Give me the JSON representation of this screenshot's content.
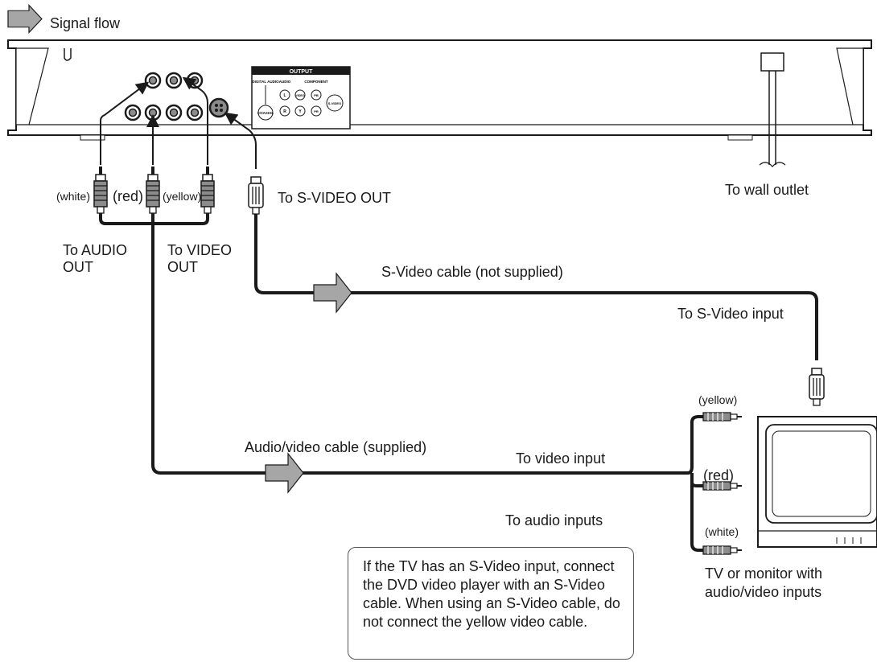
{
  "legend": {
    "label": "Signal flow"
  },
  "player": {
    "panel_title": "OUTPUT",
    "panel_labels": {
      "digital_audio": "DIGITAL AUDIO",
      "audio": "AUDIO",
      "component": "COMPONENT",
      "coaxial": "COAXIAL",
      "L": "L",
      "R": "R",
      "video": "VIDEO",
      "Y": "Y",
      "Pb": "PB",
      "Pr": "PR",
      "svideo": "S-VIDEO"
    }
  },
  "plug_labels": {
    "white": "(white)",
    "red": "(red)",
    "yellow": "(yellow)"
  },
  "labels": {
    "to_svideo_out": "To S-VIDEO OUT",
    "to_wall_outlet": "To wall outlet",
    "to_audio_out": "To AUDIO\nOUT",
    "to_video_out": "To VIDEO\nOUT",
    "svideo_cable": "S-Video cable (not supplied)",
    "to_svideo_input": "To S-Video input",
    "av_cable": "Audio/video cable (supplied)",
    "to_video_input": "To video input",
    "to_audio_inputs": "To audio inputs",
    "tv_caption": "TV or monitor with\naudio/video inputs"
  },
  "tv_plug_labels": {
    "yellow": "(yellow)",
    "red": "(red)",
    "white": "(white)"
  },
  "note": "If the TV has an S-Video input, connect the DVD video player with an S-Video cable. When using an S-Video cable, do not connect the yellow video cable.",
  "colors": {
    "arrow_fill": "#a6a6a6",
    "line": "#1a1a1a",
    "plug_fill": "#8c8c8c"
  }
}
